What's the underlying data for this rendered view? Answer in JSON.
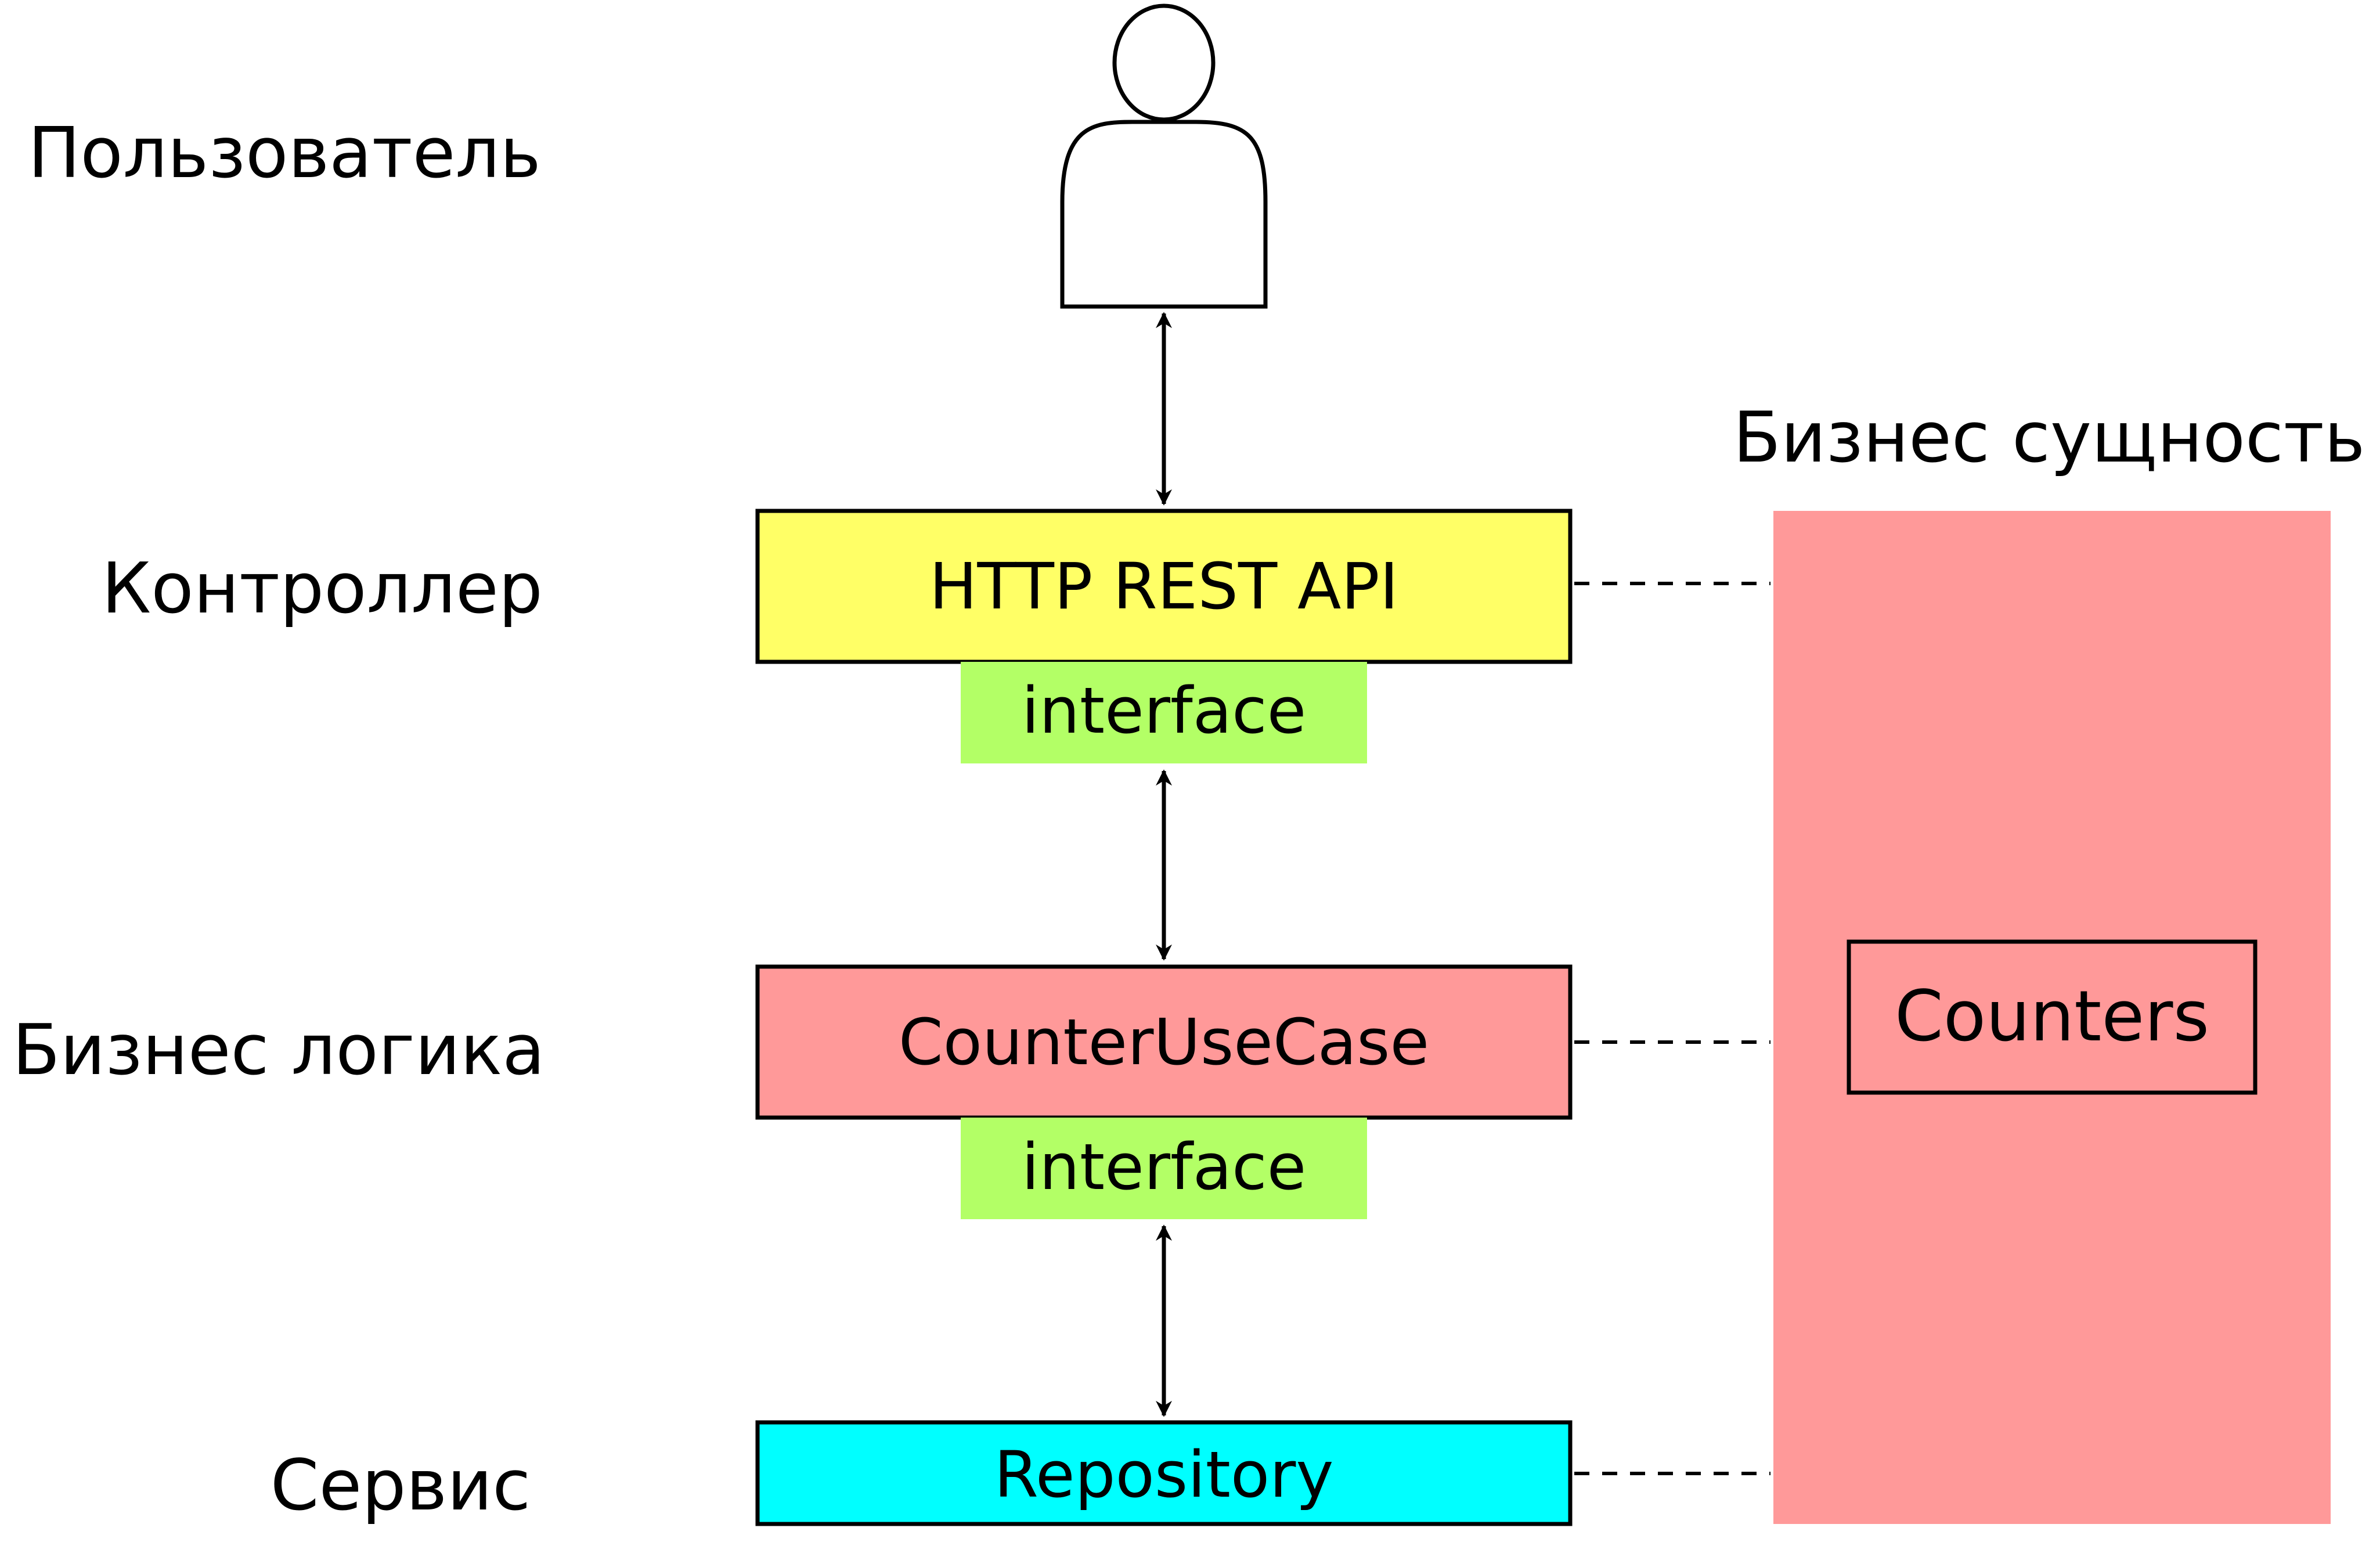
{
  "layers": {
    "user": "Пользователь",
    "controller": "Контроллер",
    "business_logic": "Бизнес логика",
    "service": "Сервис"
  },
  "entity": {
    "title": "Бизнес сущность",
    "item": "Counters"
  },
  "boxes": {
    "controller": "HTTP REST API",
    "usecase": "CounterUseCase",
    "repository": "Repository",
    "interface_1": "interface",
    "interface_2": "interface"
  },
  "colors": {
    "controller_fill": "#FFFF66",
    "usecase_fill": "#FF9999",
    "repository_fill": "#00FFFF",
    "interface_fill": "#B3FF66",
    "entity_fill": "#FF9999",
    "stroke": "#000000"
  },
  "icons": {
    "user": "person-icon"
  }
}
